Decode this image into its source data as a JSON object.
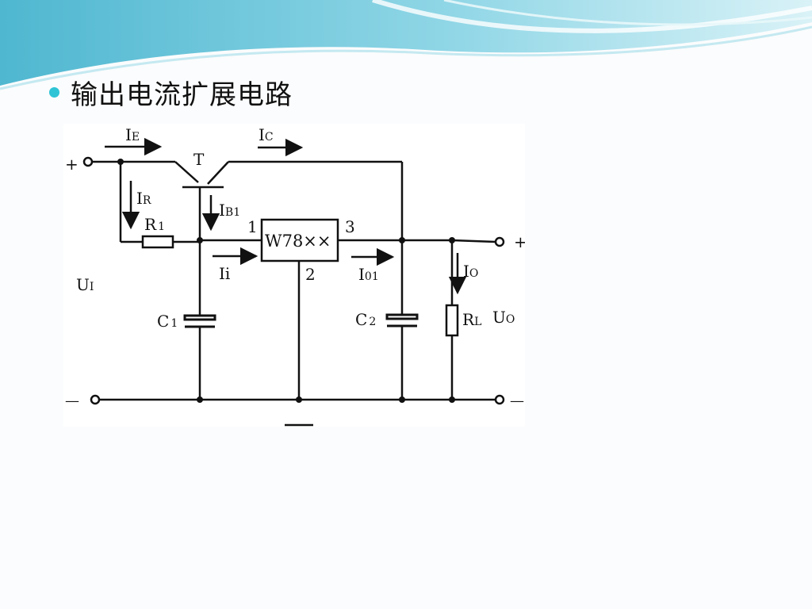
{
  "slide": {
    "title": "输出电流扩展电路",
    "colors": {
      "bullet": "#2ec4d6",
      "header_wave_dark": "#5bc3d9",
      "header_wave_light": "#b8e4ef"
    }
  },
  "circuit": {
    "labels": {
      "IE_main": "I",
      "IE_sub": "E",
      "IC_main": "I",
      "IC_sub": "C",
      "T": "T",
      "IR_main": "I",
      "IR_sub": "R",
      "IB1_main": "I",
      "IB1_sub": "B1",
      "R1_main": "R",
      "R1_sub": "1",
      "pin1": "1",
      "pin2": "2",
      "pin3": "3",
      "regulator": "W78××",
      "Ii": "Ii",
      "I01_main": "I",
      "I01_sub": "01",
      "IO_main": "I",
      "IO_sub": "O",
      "UI_main": "U",
      "UI_sub": "I",
      "C1_main": "C",
      "C1_sub": "1",
      "C2_main": "C",
      "C2_sub": "2",
      "RL_main": "R",
      "RL_sub": "L",
      "UO_main": "U",
      "UO_sub": "O",
      "plus_in": "+",
      "plus_out": "+",
      "minus_in": "—",
      "minus_out": "—"
    }
  }
}
